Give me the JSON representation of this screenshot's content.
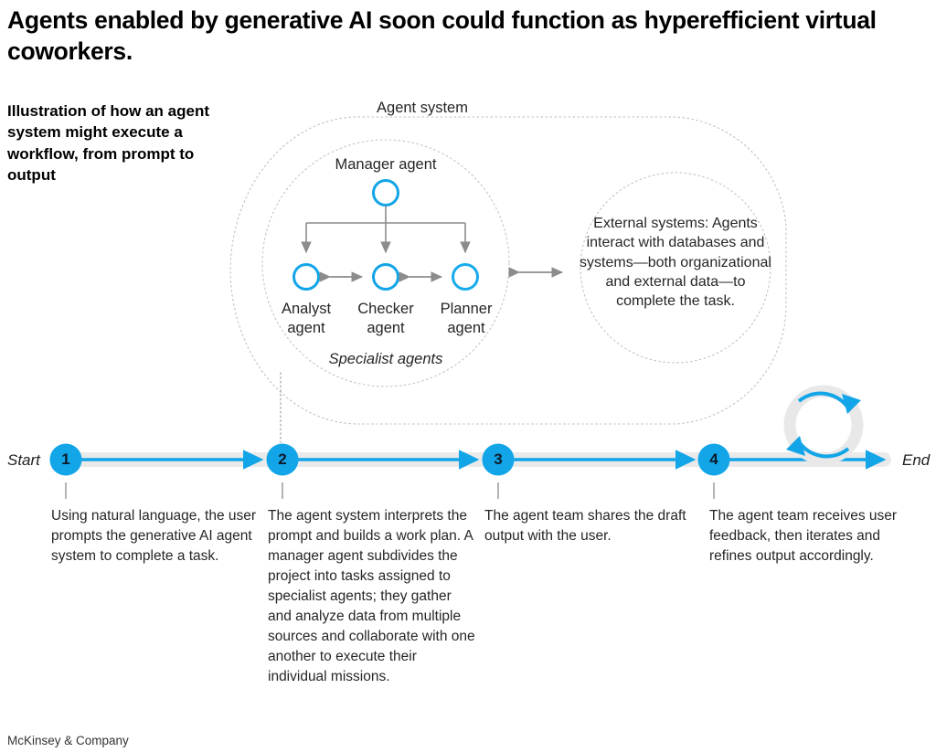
{
  "headline": "Agents enabled by generative AI soon could function as hyperefficient virtual coworkers.",
  "subhead": "Illustration of how an agent system might execute a workflow, from prompt to output",
  "colors": {
    "accent_blue": "#12A5E8",
    "track_gray": "#E8E8E8",
    "arrow_gray": "#8C8C8C",
    "dotted_gray": "#B3B3B3",
    "text": "#262626"
  },
  "agent_system": {
    "title": "Agent system",
    "manager": {
      "label": "Manager agent",
      "icon": "circle-outline-icon"
    },
    "specialists_group_label": "Specialist agents",
    "specialists": [
      {
        "label": "Analyst\nagent",
        "icon": "circle-outline-icon"
      },
      {
        "label": "Checker\nagent",
        "icon": "circle-outline-icon"
      },
      {
        "label": "Planner\nagent",
        "icon": "circle-outline-icon"
      }
    ],
    "external": {
      "text": "External systems: Agents interact with databases and systems—both organizational and external data—to complete the task."
    }
  },
  "timeline": {
    "start_label": "Start",
    "end_label": "End",
    "loop_icon": "refresh-loop-icon",
    "steps": [
      {
        "number": "1",
        "text": "Using natural language, the user prompts the generative AI agent system to complete a task."
      },
      {
        "number": "2",
        "text": "The agent system interprets the prompt and builds a work plan. A manager agent subdivides the project into tasks assigned to specialist agents; they gather and analyze data from multiple sources and collaborate with one another to execute their individual missions."
      },
      {
        "number": "3",
        "text": "The agent team shares the draft output with the user."
      },
      {
        "number": "4",
        "text": "The agent team receives user feedback, then iterates and refines output accordingly."
      }
    ]
  },
  "footer": "McKinsey & Company"
}
